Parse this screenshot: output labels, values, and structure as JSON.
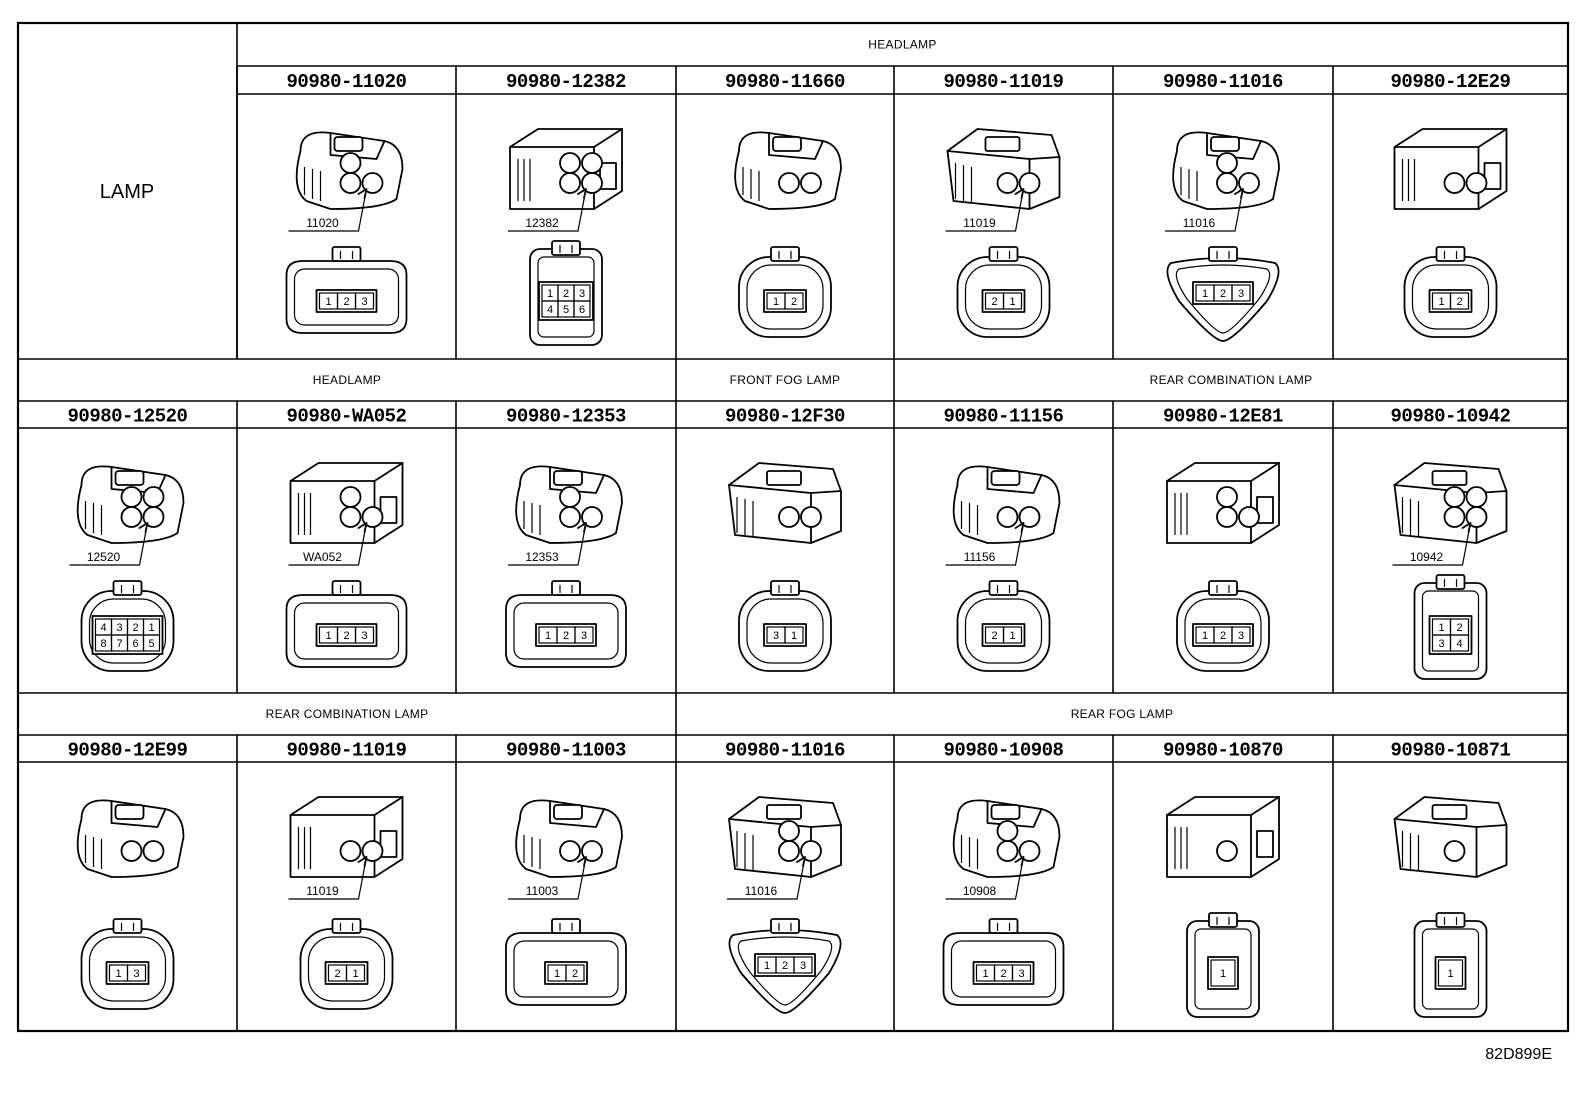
{
  "row_header": {
    "label": "LAMP"
  },
  "figure_code": "82D899E",
  "rows": [
    {
      "groups": [
        {
          "label": "HEADLAMP",
          "span": 6
        }
      ],
      "cells": [
        {
          "part_number": "90980-11020",
          "callout": "11020",
          "pins": [
            "1",
            "2",
            "3"
          ]
        },
        {
          "part_number": "90980-12382",
          "callout": "12382",
          "pins": [
            "1",
            "2",
            "3",
            "4",
            "5",
            "6"
          ]
        },
        {
          "part_number": "90980-11660",
          "callout": "",
          "pins": [
            "1",
            "2"
          ]
        },
        {
          "part_number": "90980-11019",
          "callout": "11019",
          "pins": [
            "2",
            "1"
          ]
        },
        {
          "part_number": "90980-11016",
          "callout": "11016",
          "pins": [
            "1",
            "2",
            "3"
          ]
        },
        {
          "part_number": "90980-12E29",
          "callout": "",
          "pins": [
            "1",
            "2"
          ]
        }
      ]
    },
    {
      "groups": [
        {
          "label": "HEADLAMP",
          "span": 3
        },
        {
          "label": "FRONT FOG LAMP",
          "span": 1
        },
        {
          "label": "REAR COMBINATION LAMP",
          "span": 3
        }
      ],
      "cells": [
        {
          "part_number": "90980-12520",
          "callout": "12520",
          "pins": [
            "4",
            "3",
            "2",
            "1",
            "8",
            "7",
            "6",
            "5"
          ]
        },
        {
          "part_number": "90980-WA052",
          "callout": "WA052",
          "pins": [
            "1",
            "2",
            "3"
          ]
        },
        {
          "part_number": "90980-12353",
          "callout": "12353",
          "pins": [
            "1",
            "2",
            "3"
          ]
        },
        {
          "part_number": "90980-12F30",
          "callout": "",
          "pins": [
            "3",
            "1"
          ]
        },
        {
          "part_number": "90980-11156",
          "callout": "11156",
          "pins": [
            "2",
            "1"
          ]
        },
        {
          "part_number": "90980-12E81",
          "callout": "",
          "pins": [
            "1",
            "2",
            "3"
          ]
        },
        {
          "part_number": "90980-10942",
          "callout": "10942",
          "pins": [
            "1",
            "2",
            "3",
            "4"
          ]
        }
      ]
    },
    {
      "groups": [
        {
          "label": "REAR COMBINATION LAMP",
          "span": 3
        },
        {
          "label": "REAR FOG LAMP",
          "span": 4
        }
      ],
      "cells": [
        {
          "part_number": "90980-12E99",
          "callout": "",
          "pins": [
            "1",
            "3"
          ]
        },
        {
          "part_number": "90980-11019",
          "callout": "11019",
          "pins": [
            "2",
            "1"
          ]
        },
        {
          "part_number": "90980-11003",
          "callout": "11003",
          "pins": [
            "1",
            "2"
          ]
        },
        {
          "part_number": "90980-11016",
          "callout": "11016",
          "pins": [
            "1",
            "2",
            "3"
          ]
        },
        {
          "part_number": "90980-10908",
          "callout": "10908",
          "pins": [
            "1",
            "2",
            "3"
          ]
        },
        {
          "part_number": "90980-10870",
          "callout": "",
          "pins": [
            "1"
          ]
        },
        {
          "part_number": "90980-10871",
          "callout": "",
          "pins": [
            "1"
          ]
        }
      ]
    }
  ]
}
